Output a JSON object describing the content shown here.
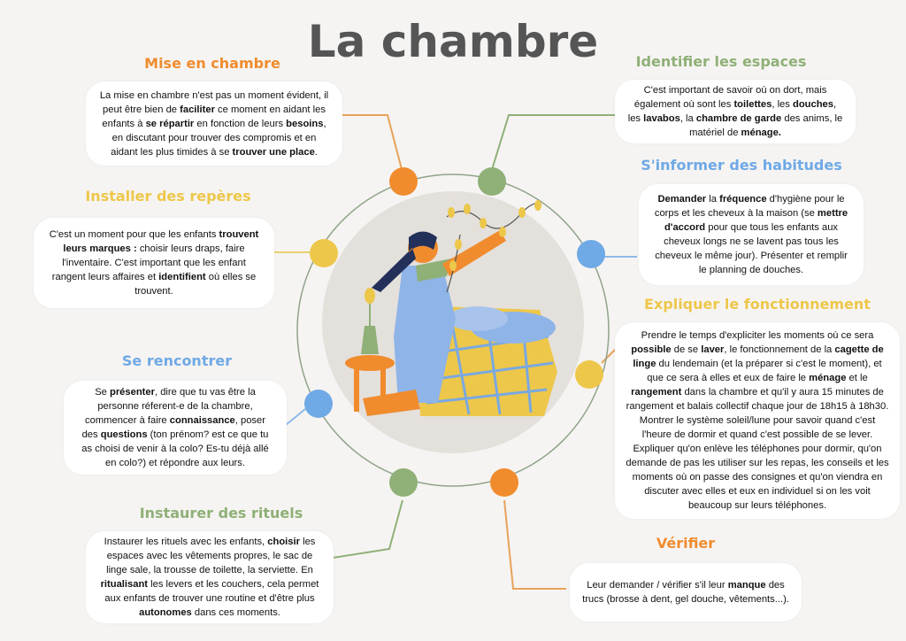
{
  "title": "La chambre",
  "colors": {
    "orange": "#f08c2e",
    "green": "#8fb077",
    "blue": "#6fa9e6",
    "yellow": "#edc74a",
    "line_orange": "#e8a25a",
    "line_green": "#8fb077",
    "line_blue": "#8db9e8",
    "line_yellow": "#e9cf6c"
  },
  "sections": {
    "mise": {
      "heading": "Mise en chambre",
      "text": "La mise en chambre n'est pas un moment évident, il peut être bien de <b>faciliter</b> ce moment en aidant les enfants à <b>se répartir</b> en fonction de leurs <b>besoins</b>, en discutant pour trouver des compromis et en aidant les plus timides à se <b>trouver une place</b>."
    },
    "reperes": {
      "heading": "Installer des repères",
      "text": "C'est un moment pour que les enfants <b>trouvent leurs marques :</b> choisir leurs draps, faire l'inventaire. C'est important que les enfant rangent leurs affaires et <b>identifient</b> où elles se trouvent."
    },
    "rencontrer": {
      "heading": "Se rencontrer",
      "text": "Se <b>présenter</b>, dire que tu vas être la personne réferent-e de la chambre, commencer à faire <b>connaissance</b>, poser des <b>questions</b> (ton prénom? est ce que tu as choisi de venir à la colo? Es-tu déjà allé en colo?) et répondre aux leurs."
    },
    "rituels": {
      "heading": "Instaurer des rituels",
      "text": "Instaurer les rituels avec les enfants, <b>choisir</b> les espaces avec les vêtements propres, le sac de linge sale, la trousse de toilette, la serviette. En <b>ritualisant</b> les levers et les couchers, cela permet aux enfants de trouver une routine et d'être plus <b>autonomes</b> dans ces moments."
    },
    "espaces": {
      "heading": "Identifier les espaces",
      "text": "C'est important de savoir où on dort, mais également où sont les <b>toilettes</b>, les <b>douches</b>, les <b>lavabos</b>, la <b>chambre de garde</b> des anims, le matériel de <b>ménage.</b>"
    },
    "habitudes": {
      "heading": "S'informer des habitudes",
      "text": "<b>Demander</b> la <b>fréquence</b> d'hygiène pour le corps et les cheveux à la maison (se <b>mettre d'accord</b> pour que tous les enfants aux cheveux longs ne se lavent pas tous les cheveux le même jour). Présenter et remplir le planning de douches."
    },
    "fonctionnement": {
      "heading": "Expliquer le fonctionnement",
      "text": "Prendre le temps d'expliciter les moments où ce sera <b>possible</b> de se <b>laver</b>, le fonctionnement de la <b>cagette de linge</b> du lendemain (et la préparer si c'est le moment), et que ce sera à elles et eux de faire le <b>ménage</b> et le <b>rangement</b> dans la chambre et qu'il y aura 15 minutes de rangement et balais collectif chaque jour de 18h15 à 18h30.<br>Montrer le système soleil/lune pour savoir quand c'est l'heure de dormir et quand c'est possible de se lever.<br>Expliquer qu'on enlève les téléphones pour dormir, qu'on demande de pas les utiliser sur les repas, les conseils et les moments où on passe des consignes et qu'on viendra en discuter avec elles et eux en individuel si on les voit beaucoup sur leurs téléphones."
    },
    "verifier": {
      "heading": "Vérifier",
      "text": "Leur demander / vérifier s'il leur <b>manque</b> des trucs (brosse à dent, gel douche, vêtements...)."
    }
  }
}
